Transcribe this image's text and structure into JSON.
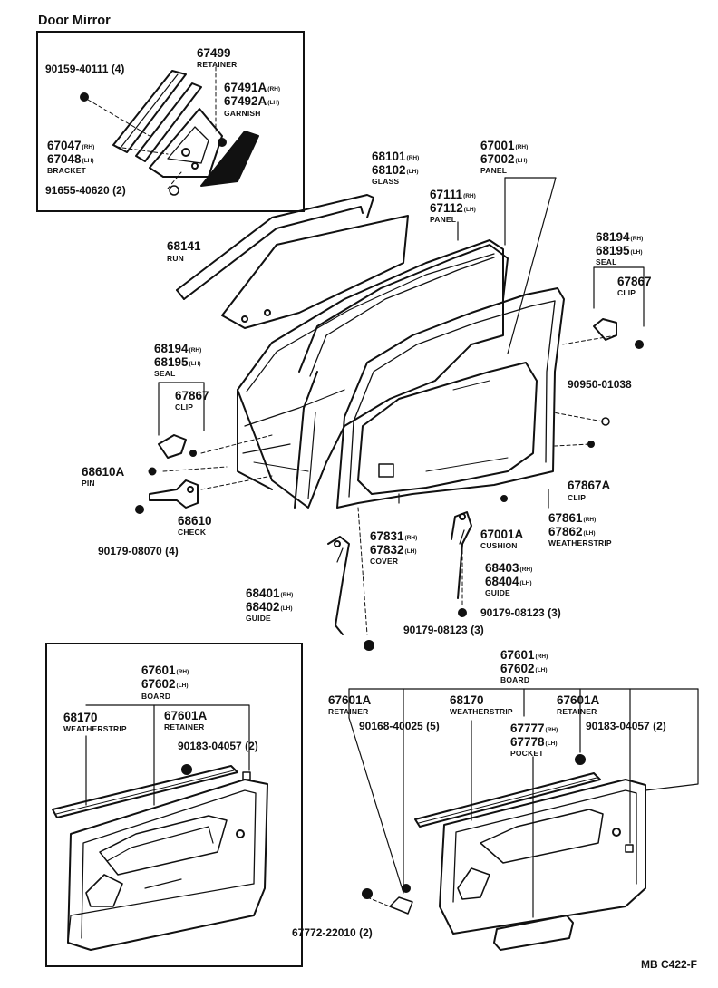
{
  "inset_title": "Door Mirror",
  "footer_code": "MB C422-F",
  "side_rh": "(RH)",
  "side_lh": "(LH)",
  "parts": {
    "p67499": "67499",
    "p67499_name": "RETAINER",
    "p90159": "90159-40111 (4)",
    "p67491A": "67491A",
    "p67492A": "67492A",
    "p67491A_name": "GARNISH",
    "p67047": "67047",
    "p67048": "67048",
    "p67047_name": "BRACKET",
    "p91655": "91655-40620 (2)",
    "p68101": "68101",
    "p68102": "68102",
    "p68101_name": "GLASS",
    "p67001": "67001",
    "p67002": "67002",
    "p67001_name": "PANEL",
    "p67111": "67111",
    "p67112": "67112",
    "p67111_name": "PANEL",
    "p68141": "68141",
    "p68141_name": "RUN",
    "p68194r": "68194",
    "p68195r": "68195",
    "p68194r_name": "SEAL",
    "p67867r": "67867",
    "p67867r_name": "CLIP",
    "p68194l": "68194",
    "p68195l": "68195",
    "p68194l_name": "SEAL",
    "p67867l": "67867",
    "p67867l_name": "CLIP",
    "p90950": "90950-01038",
    "p68610A": "68610A",
    "p68610A_name": "PIN",
    "p67867A": "67867A",
    "p67867A_name": "CLIP",
    "p68610": "68610",
    "p68610_name": "CHECK",
    "p90179_070": "90179-08070 (4)",
    "p67831": "67831",
    "p67832": "67832",
    "p67831_name": "COVER",
    "p67001A": "67001A",
    "p67001A_name": "CUSHION",
    "p67861": "67861",
    "p67862": "67862",
    "p67861_name": "WEATHERSTRIP",
    "p68403": "68403",
    "p68404": "68404",
    "p68403_name": "GUIDE",
    "p90179_123a": "90179-08123 (3)",
    "p68401": "68401",
    "p68402": "68402",
    "p68401_name": "GUIDE",
    "p90179_123b": "90179-08123 (3)",
    "l67601": "67601",
    "l67602": "67602",
    "l67601_name": "BOARD",
    "l68170": "68170",
    "l68170_name": "WEATHERSTRIP",
    "l67601A": "67601A",
    "l67601A_name": "RETAINER",
    "l90183": "90183-04057 (2)",
    "r67601": "67601",
    "r67602": "67602",
    "r67601_name": "BOARD",
    "r67601A_a": "67601A",
    "r67601A_a_name": "RETAINER",
    "r68170": "68170",
    "r68170_name": "WEATHERSTRIP",
    "r67601A_b": "67601A",
    "r67601A_b_name": "RETAINER",
    "r90168": "90168-40025 (5)",
    "r67777": "67777",
    "r67778": "67778",
    "r67777_name": "POCKET",
    "r90183": "90183-04057 (2)",
    "r67772": "67772-22010 (2)"
  }
}
